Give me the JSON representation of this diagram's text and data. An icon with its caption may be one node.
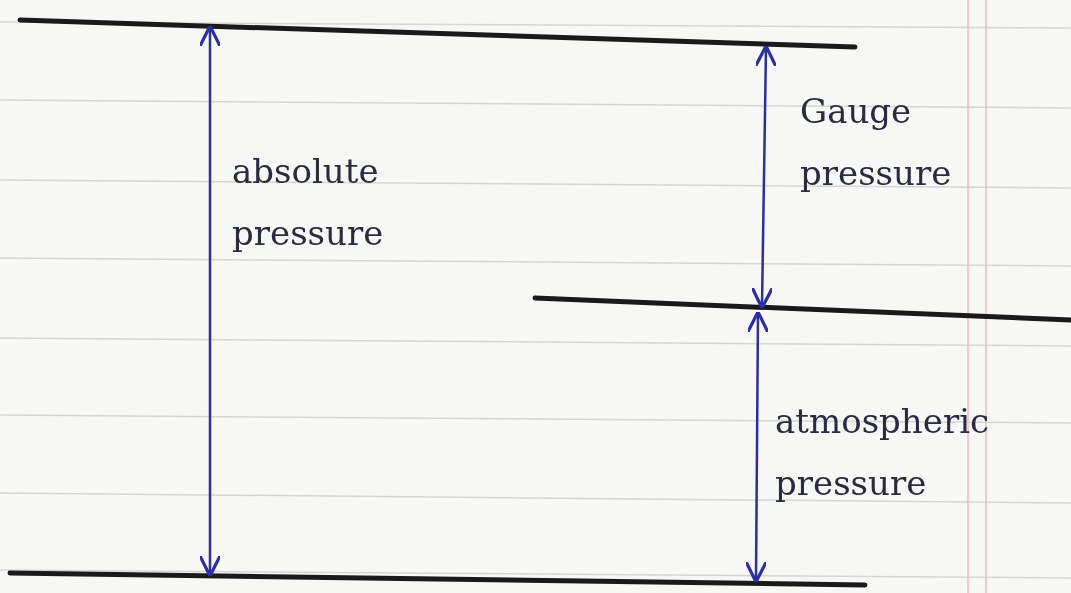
{
  "diagram": {
    "labels": [
      "absolute pressure",
      "Gauge pressure",
      "atmospheric pressure"
    ]
  }
}
